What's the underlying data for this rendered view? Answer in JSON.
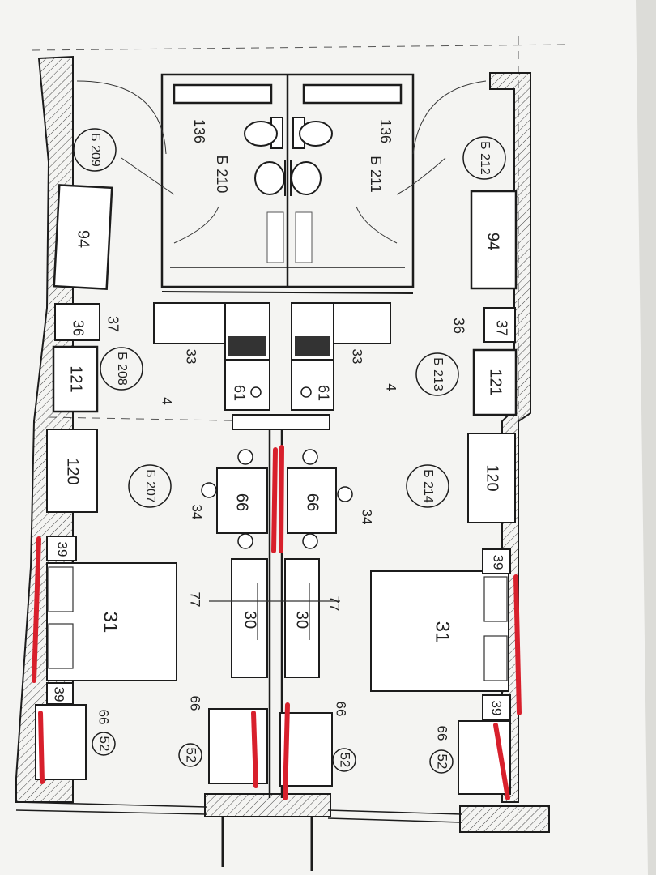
{
  "rooms": {
    "b209": "Б 209",
    "b210": "Б 210",
    "b211": "Б 211",
    "b212": "Б 212",
    "b208": "Б 208",
    "b213": "Б 213",
    "b207": "Б 207",
    "b214": "Б 214"
  },
  "furniture_labels": {
    "wardrobe_left": "94",
    "wardrobe_right": "94",
    "cab_left_36": "36",
    "cab_left_37": "37",
    "cab_right_37": "37",
    "cab_right_36": "36",
    "chest_left": "121",
    "chest_right": "121",
    "unit_left": "120",
    "unit_right": "120",
    "table_left": "66",
    "table_right": "66",
    "chairs_left": "34",
    "chairs_right": "34",
    "bed_left": "31",
    "bed_right": "31",
    "night_left_top": "39",
    "night_left_bot": "39",
    "night_right_top": "39",
    "night_right_bot": "39",
    "desk_left": "30",
    "desk_right": "30",
    "mirror_left": "77",
    "mirror_right": "77",
    "bath_left": "136",
    "bath_right": "136",
    "sink_left": "61",
    "sink_right": "61",
    "stove_left": "33",
    "stove_right": "33",
    "hood_left": "4",
    "hood_right": "4",
    "low_left_66": "66",
    "low_left_52": "52",
    "low_mid_l_66": "66",
    "low_mid_l_52": "52",
    "low_mid_r_66": "66",
    "low_mid_r_52": "52",
    "low_right_66": "66",
    "low_right_52": "52"
  },
  "colors": {
    "paper": "#f6f6f4",
    "ink": "#1c1c1c",
    "red_marker": "#d8202c"
  }
}
